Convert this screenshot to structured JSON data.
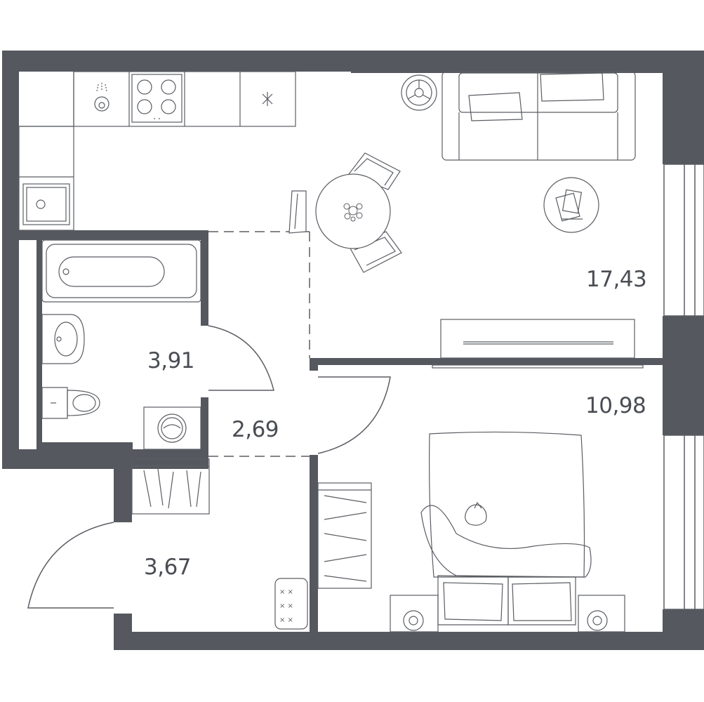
{
  "rooms": [
    {
      "id": "living-kitchen",
      "area": "17,43"
    },
    {
      "id": "bathroom",
      "area": "3,91"
    },
    {
      "id": "corridor",
      "area": "2,69"
    },
    {
      "id": "hallway",
      "area": "3,67"
    },
    {
      "id": "bedroom",
      "area": "10,98"
    }
  ],
  "colors": {
    "wall": "#55585e",
    "line": "#5a5d63",
    "background": "#ffffff"
  }
}
